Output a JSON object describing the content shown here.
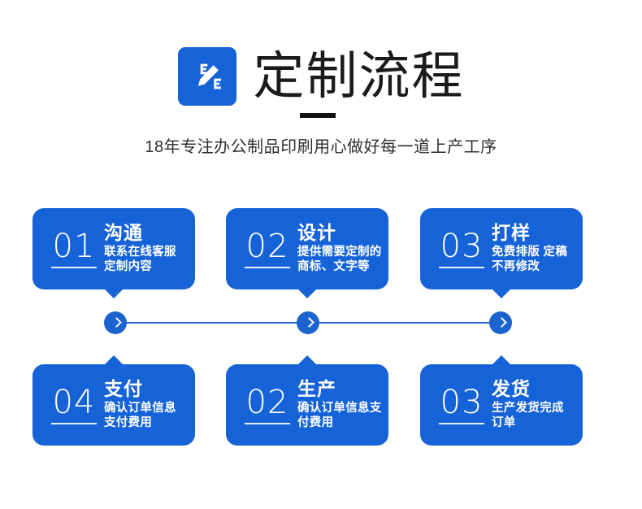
{
  "header": {
    "icon_name": "pencil-ruler-icon",
    "title": "定制流程",
    "subtitle": "18年专注办公制品印刷用心做好每一道上产工序",
    "accent_color": "#1663d8",
    "title_color": "#1b1b1b",
    "underline_color": "#131313"
  },
  "steps": {
    "card_color": "#1663d8",
    "text_color": "#ffffff",
    "top_row": [
      {
        "number": "01",
        "title": "沟通",
        "desc_lines": [
          "联系在线客服",
          "定制内容"
        ],
        "desc": "联系在线客服\n定制内容"
      },
      {
        "number": "02",
        "title": "设计",
        "desc_lines": [
          "提供需要定制的",
          "商标、文字等"
        ],
        "desc": "提供需要定制的\n商标、文字等"
      },
      {
        "number": "03",
        "title": "打样",
        "desc_lines": [
          "免费排版 定稿",
          "不再修改"
        ],
        "desc": "免费排版 定稿\n不再修改"
      }
    ],
    "bottom_row": [
      {
        "number": "04",
        "title": "支付",
        "desc_lines": [
          "确认订单信息",
          "支付费用"
        ],
        "desc": "确认订单信息\n支付费用"
      },
      {
        "number": "02",
        "title": "生产",
        "desc_lines": [
          "确认订单信息支",
          "付费用"
        ],
        "desc": "确认订单信息支\n付费用"
      },
      {
        "number": "03",
        "title": "发货",
        "desc_lines": [
          "生产发货完成",
          "订单"
        ],
        "desc": "生产发货完成\n订单"
      }
    ]
  },
  "connector": {
    "node_color": "#1b63cf",
    "line_color": "#2a6fcf",
    "nodes": [
      {
        "icon_name": "chevron-right-icon"
      },
      {
        "icon_name": "chevron-right-icon"
      },
      {
        "icon_name": "chevron-right-icon"
      }
    ]
  }
}
